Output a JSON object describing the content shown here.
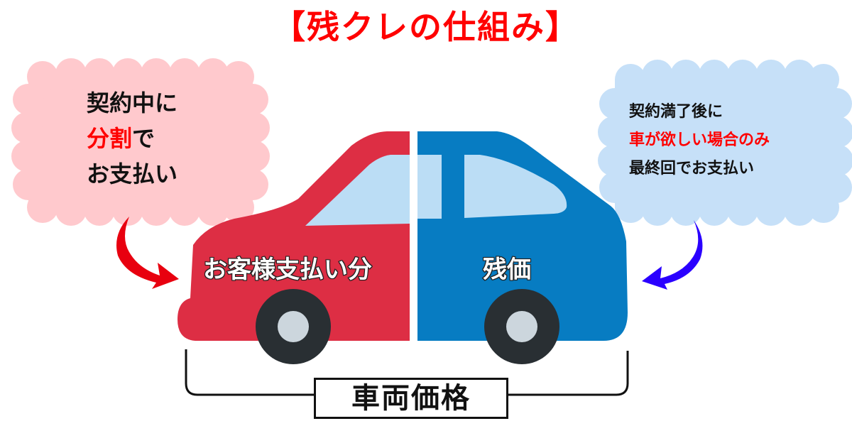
{
  "title": "【残クレの仕組み】",
  "left_cloud": {
    "lines": [
      {
        "parts": [
          {
            "text": "契約中に",
            "highlight": false
          }
        ]
      },
      {
        "parts": [
          {
            "text": "分割",
            "highlight": true
          },
          {
            "text": "で",
            "highlight": false
          }
        ]
      },
      {
        "parts": [
          {
            "text": "お支払い",
            "highlight": false
          }
        ]
      }
    ],
    "line1": "契約中に",
    "line2_highlight": "分割",
    "line2_rest": "で",
    "line3": "お支払い",
    "bg_color": "#ffc9cd"
  },
  "right_cloud": {
    "line1": "契約満了後に",
    "line2_highlight": "車が欲しい場合のみ",
    "line3": "最終回でお支払い",
    "bg_color": "#c6e0f8"
  },
  "car": {
    "left_label": "お客様支払い分",
    "right_label": "残価",
    "left_color": "#dd2e44",
    "right_color": "#077cc2",
    "window_color": "#bbddf5",
    "tire_color": "#292f33",
    "hub_color": "#ccd6dd"
  },
  "arrows": {
    "left_arrow_color": "#e8000f",
    "right_arrow_color": "#2a00ff"
  },
  "bracket": {
    "label": "車両価格"
  },
  "colors": {
    "title": "#ff0000",
    "highlight_text": "#ff0000",
    "body_text": "#111111"
  }
}
